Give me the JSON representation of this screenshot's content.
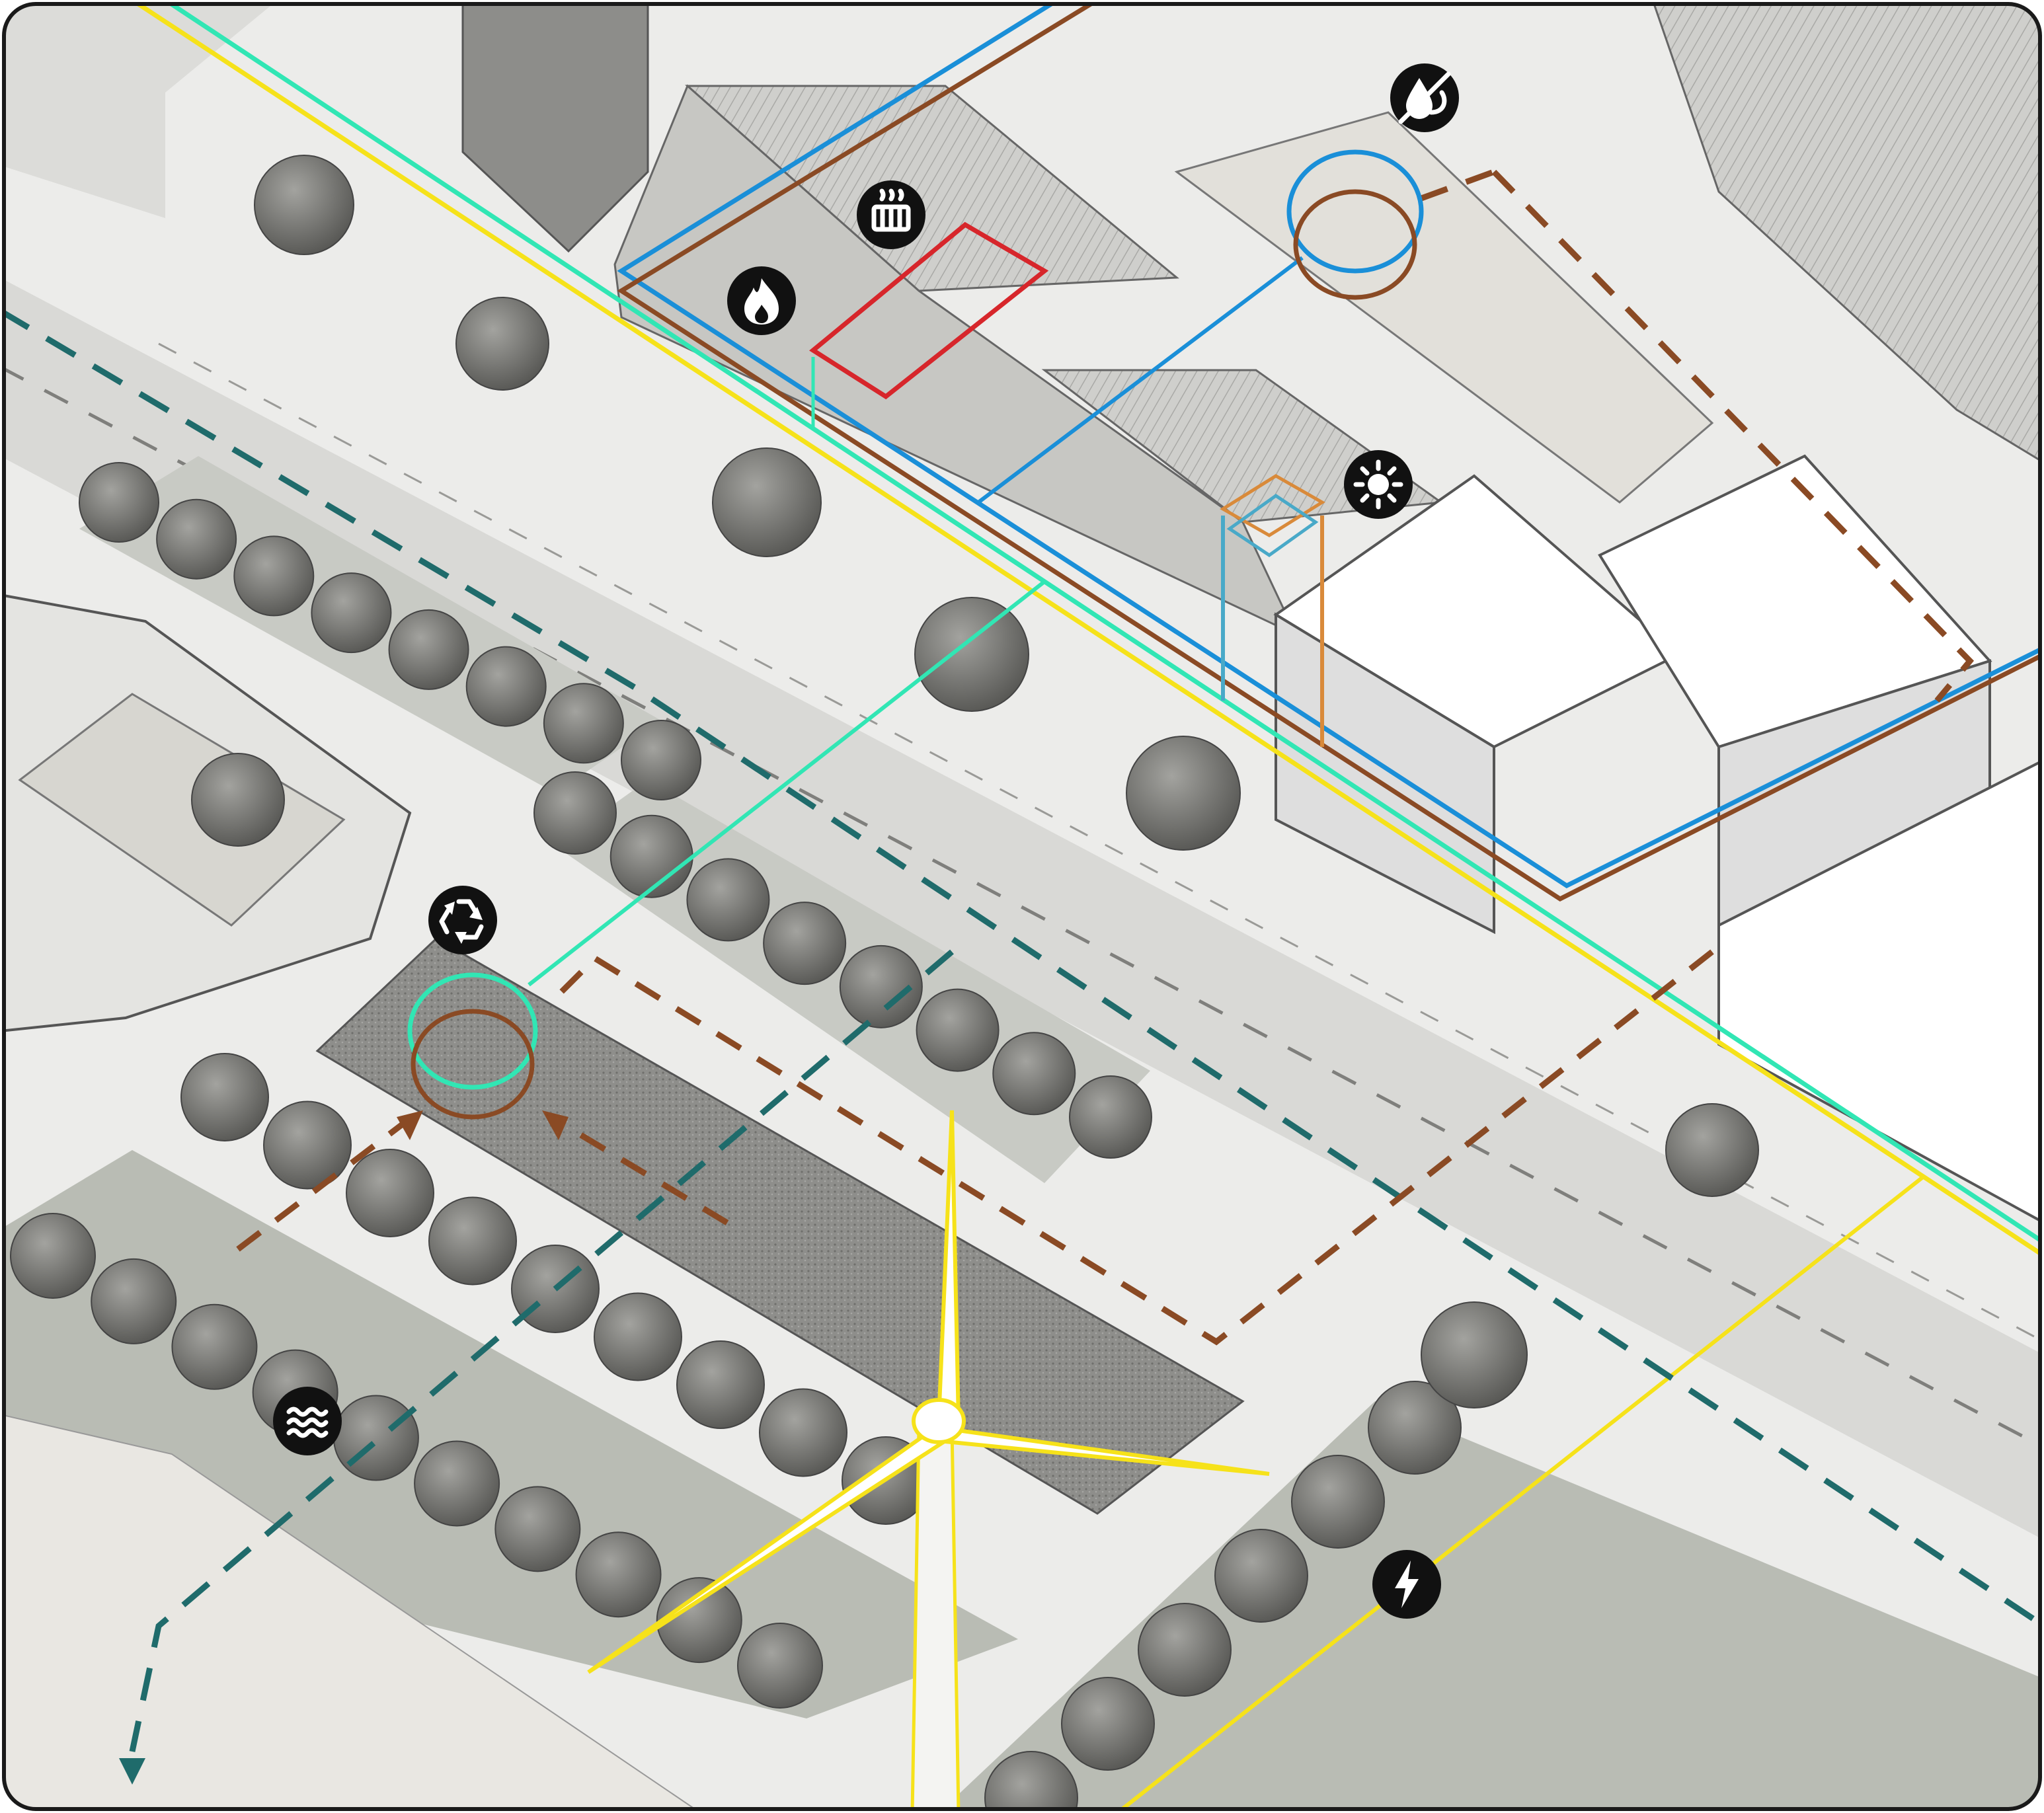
{
  "diagram": {
    "colors": {
      "frame_stroke": "#1a1a1a",
      "ground": "#ececea",
      "road": "#d9d9d6",
      "green_area": "#b9bcb4",
      "dark_plaza": "#8e8e8b",
      "building_roof": "#cfcfcc",
      "building_white": "#ffffff",
      "water_line": "#1a8fd8",
      "heat_line": "#8a4a24",
      "waste_line": "#31e6b4",
      "electricity_line": "#f6e21a",
      "storm_water_dashed": "#1f6b6b",
      "organic_flow_dashed": "#8a4a24",
      "fire_outline": "#d7262b",
      "solar_line": "#d98a3a",
      "solar_panel": "#49a9c8"
    },
    "icons": [
      {
        "name": "water-heat-icon"
      },
      {
        "name": "radiator-icon"
      },
      {
        "name": "fire-icon"
      },
      {
        "name": "sun-icon"
      },
      {
        "name": "recycle-icon"
      },
      {
        "name": "waves-icon"
      },
      {
        "name": "lightning-icon"
      }
    ],
    "elements": [
      "wind-turbine",
      "storage-tank-rooftop",
      "storage-tank-plaza",
      "solar-panel",
      "boiler-room-outline"
    ]
  }
}
